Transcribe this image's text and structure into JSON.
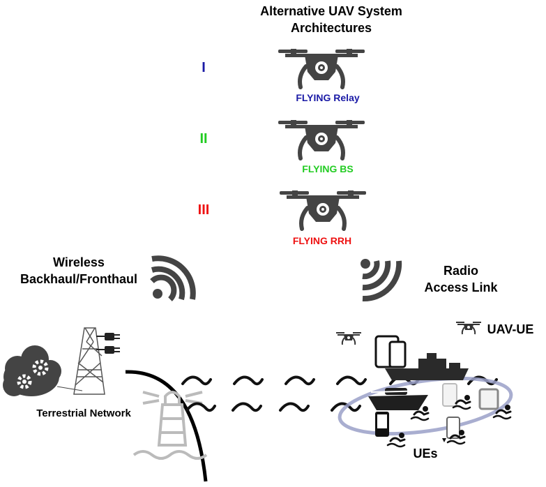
{
  "title": {
    "line1": "Alternative UAV System",
    "line2": "Architectures"
  },
  "architectures": [
    {
      "numeral": "I",
      "label": "FLYING Relay",
      "color": "#1a1aa6"
    },
    {
      "numeral": "II",
      "label": "FLYING BS",
      "color": "#22cc22"
    },
    {
      "numeral": "III",
      "label": "FLYING RRH",
      "color": "#ee1111"
    }
  ],
  "links": {
    "backhaul": {
      "line1": "Wireless",
      "line2": "Backhaul/Fronthaul"
    },
    "access": {
      "line1": "Radio",
      "line2": "Access Link"
    }
  },
  "labels": {
    "terrestrial": "Terrestrial Network",
    "uav_ue": "UAV-UE",
    "ues": "UEs"
  },
  "icons": [
    "drone-icon",
    "wifi-icon",
    "cloud-gears-icon",
    "power-tower-icon",
    "plug-icon",
    "lighthouse-icon",
    "wave-icon",
    "ship-icon",
    "boat-icon",
    "tablet-icon",
    "phone-icon",
    "swimmer-icon"
  ],
  "colors": {
    "drone": "#444444",
    "ring": "#9aa0c8",
    "dark": "#222222",
    "gray": "#bbbbbb"
  }
}
